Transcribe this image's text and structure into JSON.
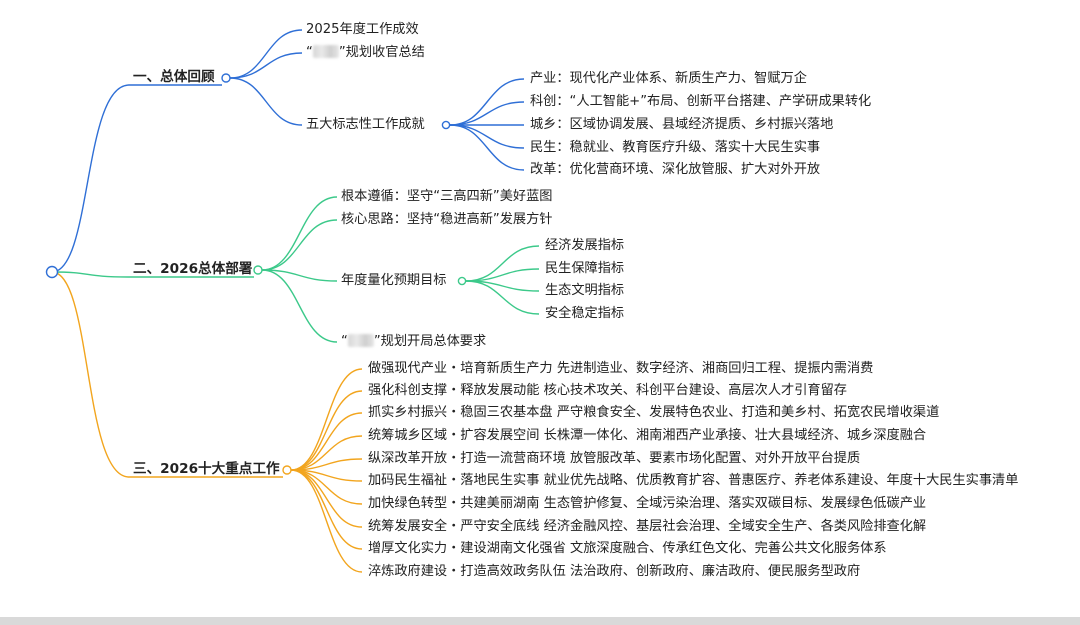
{
  "colors": {
    "blue": "#2f6fd6",
    "green": "#3cc98a",
    "orange": "#f2a51e"
  },
  "root": {
    "label": ""
  },
  "branches": [
    {
      "label": "一、总体回顾",
      "children": [
        {
          "label": "2025年度工作成效"
        },
        {
          "prefix": "“",
          "blurred": "十四五",
          "suffix": "”规划收官总结"
        },
        {
          "label": "五大标志性工作成就",
          "children": [
            "产业：现代化产业体系、新质生产力、智赋万企",
            "科创：“人工智能+”布局、创新平台搭建、产学研成果转化",
            "城乡：区域协调发展、县域经济提质、乡村振兴落地",
            "民生：稳就业、教育医疗升级、落实十大民生实事",
            "改革：优化营商环境、深化放管服、扩大对外开放"
          ]
        }
      ]
    },
    {
      "label": "二、2026总体部署",
      "children": [
        {
          "label": "根本遵循：坚守“三高四新”美好蓝图"
        },
        {
          "label": "核心思路：坚持“稳进高新”发展方针"
        },
        {
          "label": "年度量化预期目标",
          "children": [
            "经济发展指标",
            "民生保障指标",
            "生态文明指标",
            "安全稳定指标"
          ]
        },
        {
          "prefix": "“",
          "blurred": "十五五",
          "suffix": "”规划开局总体要求"
        }
      ]
    },
    {
      "label": "三、2026十大重点工作",
      "children": [
        "做强现代产业・培育新质生产力 先进制造业、数字经济、湘商回归工程、提振内需消费",
        "强化科创支撑・释放发展动能 核心技术攻关、科创平台建设、高层次人才引育留存",
        "抓实乡村振兴・稳固三农基本盘 严守粮食安全、发展特色农业、打造和美乡村、拓宽农民增收渠道",
        "统筹城乡区域・扩容发展空间 长株潭一体化、湘南湘西产业承接、壮大县域经济、城乡深度融合",
        "纵深改革开放・打造一流营商环境 放管服改革、要素市场化配置、对外开放平台提质",
        "加码民生福祉・落地民生实事 就业优先战略、优质教育扩容、普惠医疗、养老体系建设、年度十大民生实事清单",
        "加快绿色转型・共建美丽湖南 生态管护修复、全域污染治理、落实双碳目标、发展绿色低碳产业",
        "统筹发展安全・严守安全底线 经济金融风控、基层社会治理、全域安全生产、各类风险排查化解",
        "增厚文化实力・建设湖南文化强省 文旅深度融合、传承红色文化、完善公共文化服务体系",
        "淬炼政府建设・打造高效政务队伍 法治政府、创新政府、廉洁政府、便民服务型政府"
      ]
    }
  ]
}
